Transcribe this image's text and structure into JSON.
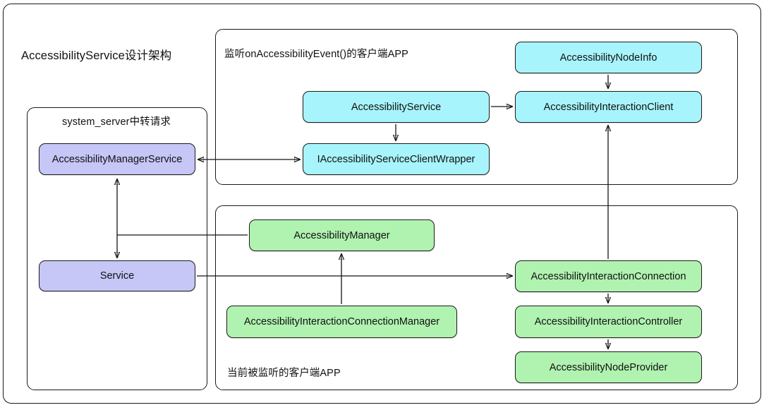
{
  "diagram": {
    "title": "AccessibilityService设计架构",
    "type": "architecture-diagram"
  },
  "groups": [
    {
      "id": "system_server",
      "caption": "system_server中转请求"
    },
    {
      "id": "listener_app",
      "caption": "监听onAccessibilityEvent()的客户端APP"
    },
    {
      "id": "listened_app",
      "caption": "当前被监听的客户端APP"
    }
  ],
  "colors": {
    "purple": "#c6c6f7",
    "cyan": "#a8f4fc",
    "green": "#b0f2b0",
    "border": "#1c1c1c",
    "background": "#ffffff"
  },
  "nodes": {
    "ams": "AccessibilityManagerService",
    "service": "Service",
    "accessibility_service": "AccessibilityService",
    "client_wrapper": "IAccessibilityServiceClientWrapper",
    "node_info": "AccessibilityNodeInfo",
    "interaction_client": "AccessibilityInteractionClient",
    "manager": "AccessibilityManager",
    "connection_manager": "AccessibilityInteractionConnectionManager",
    "interaction_connection": "AccessibilityInteractionConnection",
    "interaction_controller": "AccessibilityInteractionController",
    "node_provider": "AccessibilityNodeProvider"
  },
  "edges": [
    {
      "from": "AccessibilityManagerService",
      "to": "IAccessibilityServiceClientWrapper",
      "direction": "bidirectional"
    },
    {
      "from": "AccessibilityManagerService",
      "to": "Service",
      "direction": "bidirectional"
    },
    {
      "from": "AccessibilityManagerService",
      "to": "AccessibilityManager",
      "direction": "none"
    },
    {
      "from": "AccessibilityService",
      "to": "AccessibilityInteractionClient",
      "direction": "forward"
    },
    {
      "from": "AccessibilityService",
      "to": "IAccessibilityServiceClientWrapper",
      "direction": "forward"
    },
    {
      "from": "AccessibilityNodeInfo",
      "to": "AccessibilityInteractionClient",
      "direction": "forward"
    },
    {
      "from": "AccessibilityInteractionConnection",
      "to": "AccessibilityInteractionClient",
      "direction": "forward"
    },
    {
      "from": "Service",
      "to": "AccessibilityInteractionConnection",
      "direction": "forward"
    },
    {
      "from": "AccessibilityInteractionConnectionManager",
      "to": "AccessibilityManager",
      "direction": "forward"
    },
    {
      "from": "AccessibilityInteractionConnection",
      "to": "AccessibilityInteractionController",
      "direction": "forward"
    },
    {
      "from": "AccessibilityInteractionController",
      "to": "AccessibilityNodeProvider",
      "direction": "forward"
    }
  ]
}
